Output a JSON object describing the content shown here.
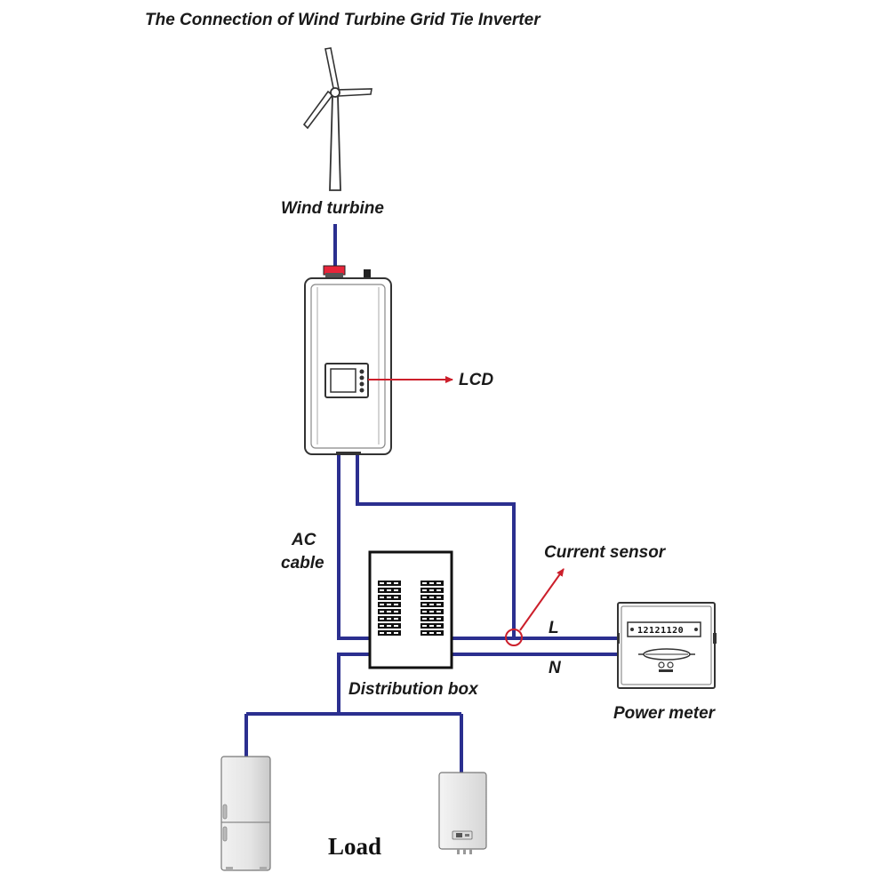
{
  "title": "The Connection of  Wind Turbine Grid Tie Inverter",
  "labels": {
    "wind_turbine": "Wind turbine",
    "lcd": "LCD",
    "ac_cable_line1": "AC",
    "ac_cable_line2": "cable",
    "current_sensor": "Current sensor",
    "line_l": "L",
    "line_n": "N",
    "distribution_box": "Distribution box",
    "power_meter": "Power meter",
    "load": "Load"
  },
  "meter_display": "12121120",
  "colors": {
    "wire": "#2b2f8f",
    "arrow": "#cc1f2b",
    "connector": "#e8253a",
    "outline": "#333333"
  }
}
